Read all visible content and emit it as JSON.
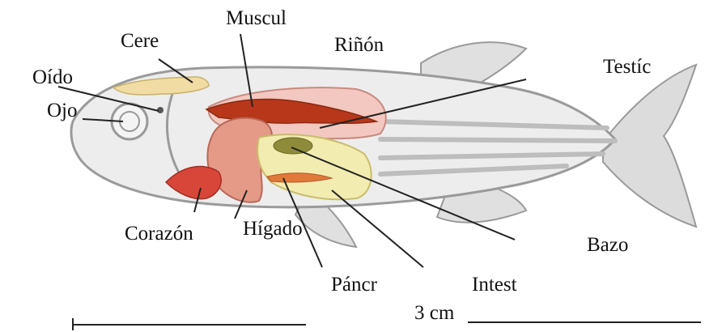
{
  "labels": {
    "cere": "Cere",
    "muscul": "Muscul",
    "rinon": "Riñón",
    "testic": "Testíc",
    "oido": "Oído",
    "ojo": "Ojo",
    "corazon": "Corazón",
    "higado": "Hígado",
    "bazo": "Bazo",
    "pancr": "Páncr",
    "intest": "Intest"
  },
  "scale_bar": {
    "label": "3 cm"
  },
  "colors": {
    "outline": "#9a9a9a",
    "fin": "#d9d9d9",
    "body": "#ececec",
    "muscle": "#b8371a",
    "heart": "#d8463a",
    "liver": "#e79a88",
    "gut": "#f3ecb0",
    "brain": "#f0dca6",
    "pointer": "#222222"
  }
}
